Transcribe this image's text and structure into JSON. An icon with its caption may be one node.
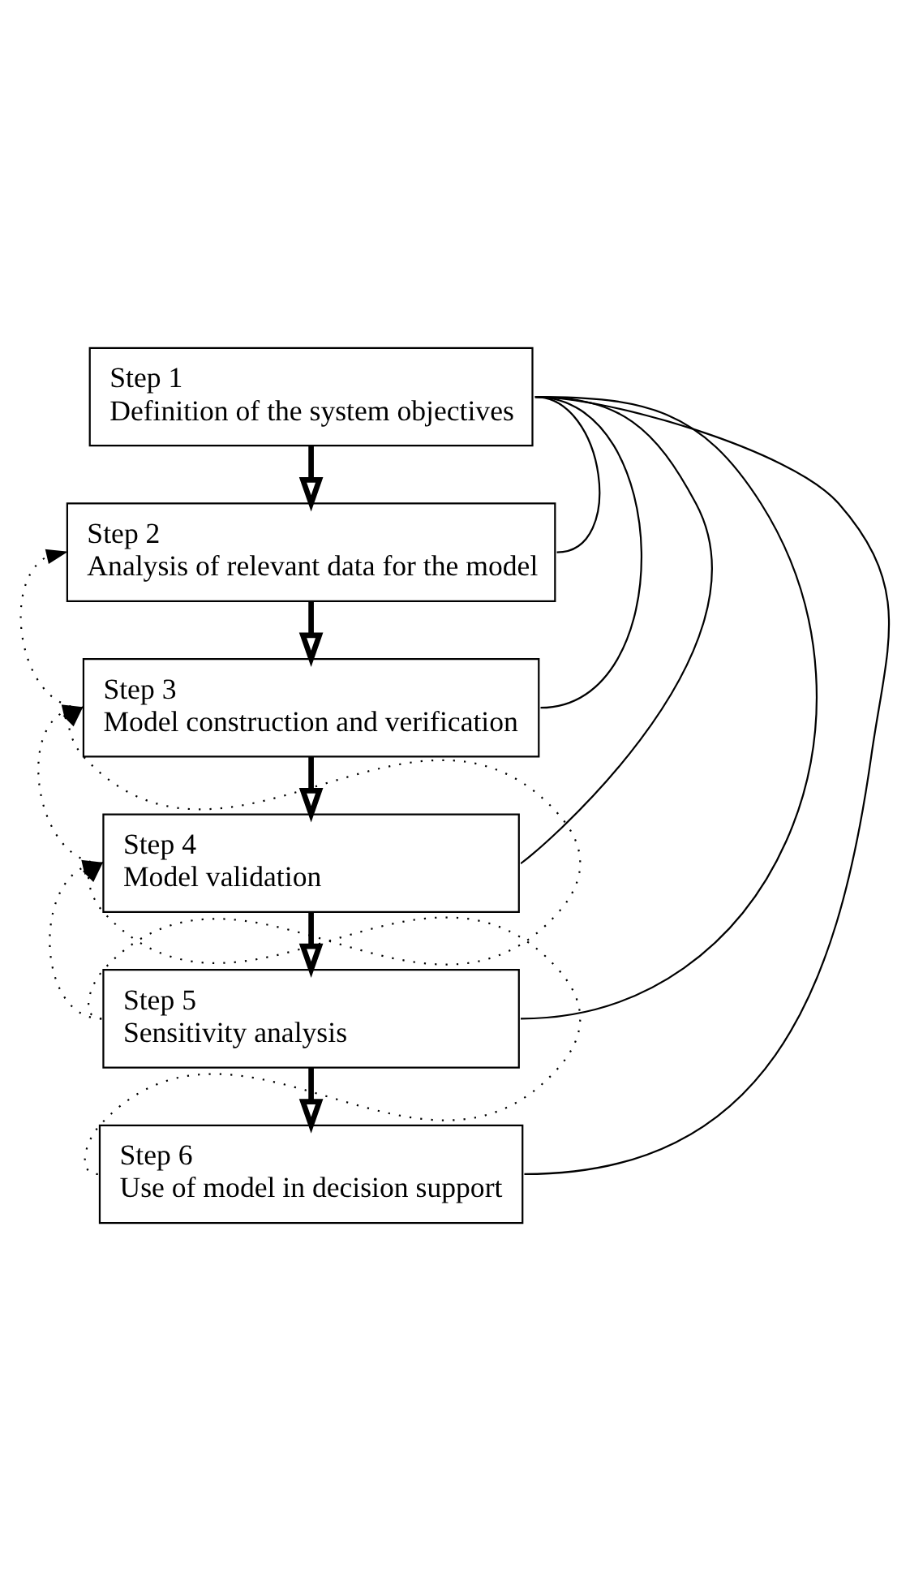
{
  "diagram": {
    "nodes": [
      {
        "text": [
          "Step 1",
          "Definition of the system objectives"
        ]
      },
      {
        "text": [
          "Step 2",
          "Analysis of relevant data for the model"
        ]
      },
      {
        "text": [
          "Step 3",
          "Model construction and verification"
        ]
      },
      {
        "text": [
          "Step 4",
          "Model validation"
        ]
      },
      {
        "text": [
          "Step 5",
          "Sensitivity analysis"
        ]
      },
      {
        "text": [
          "Step 6",
          "Use of model in decision support"
        ]
      }
    ],
    "edges": [
      {
        "from": 0,
        "to": 1,
        "arrow": "to",
        "style": "thick"
      },
      {
        "from": 1,
        "to": 2,
        "arrow": "to",
        "style": "thick"
      },
      {
        "from": 2,
        "to": 3,
        "arrow": "to",
        "style": "thick"
      },
      {
        "from": 3,
        "to": 4,
        "arrow": "to",
        "style": "thick"
      },
      {
        "from": 4,
        "to": 5,
        "arrow": "to",
        "style": "thick"
      },
      {
        "from": 2,
        "to": 1,
        "arrow": "to",
        "style": "dashed"
      },
      {
        "from": 3,
        "to": 2,
        "arrow": "to",
        "style": "dashed"
      },
      {
        "from": 4,
        "to": 3,
        "arrow": "to",
        "style": "dashed"
      },
      {
        "from": 4,
        "to": 2,
        "arrow": "to",
        "style": "dashed"
      },
      {
        "from": 5,
        "to": 3,
        "arrow": "to",
        "style": "dashed"
      },
      {
        "from": 1,
        "to": 0,
        "arrow": "none"
      },
      {
        "from": 2,
        "to": 0,
        "arrow": "none"
      },
      {
        "from": 3,
        "to": 0,
        "arrow": "none"
      },
      {
        "from": 4,
        "to": 0,
        "arrow": "none"
      },
      {
        "from": 5,
        "to": 0,
        "arrow": "none"
      }
    ]
  }
}
